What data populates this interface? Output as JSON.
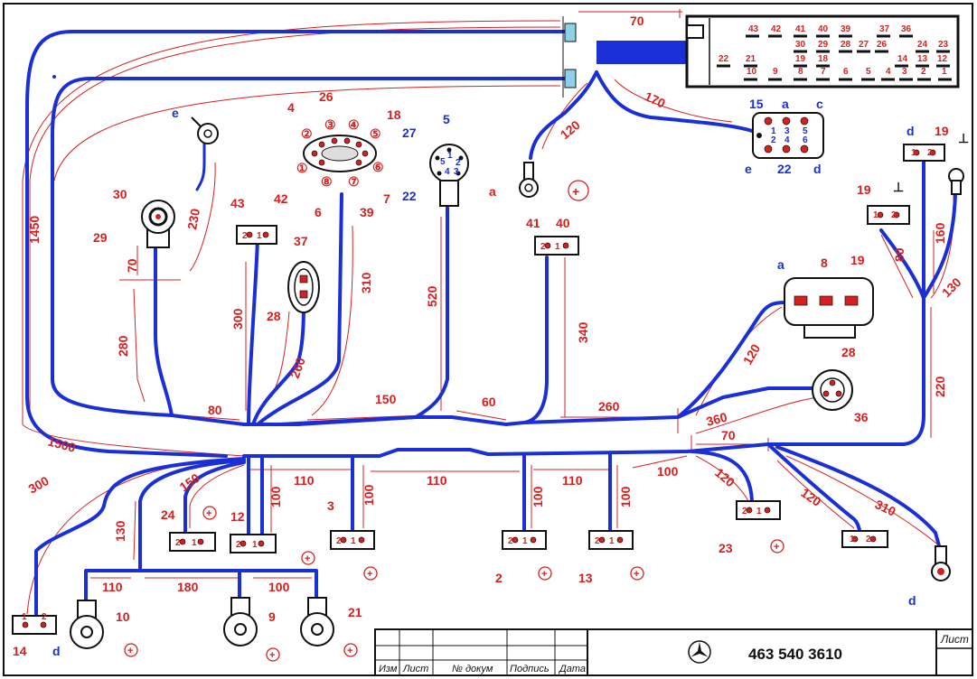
{
  "title_block": {
    "part_number": "463  540  3610",
    "sheet_label": "Лист",
    "col_izm": "Изм",
    "col_list": "Лист",
    "col_doc": "№ докум",
    "col_sign": "Подпись",
    "col_date": "Дата"
  },
  "main_connector": {
    "row1": [
      "43",
      "42",
      "41",
      "40",
      "39",
      "37",
      "36"
    ],
    "row2": [
      "30",
      "29",
      "28",
      "27",
      "26",
      "24",
      "23"
    ],
    "row3": [
      "22",
      "21",
      "19",
      "18",
      "14",
      "13",
      "12"
    ],
    "row4": [
      "10",
      "9",
      "8",
      "7",
      "6",
      "5",
      "4",
      "3",
      "2",
      "1"
    ]
  },
  "dimensions": {
    "d70_top": "70",
    "d170": "170",
    "d120_plus": "120",
    "d1450": "1450",
    "d1500": "1500",
    "d230": "230",
    "d70_left": "70",
    "d280": "280",
    "d80": "80",
    "d300_v": "300",
    "d260_v": "260",
    "d310_v": "310",
    "d150": "150",
    "d520": "520",
    "d60": "60",
    "d340": "340",
    "d260_h": "260",
    "d120_r": "120",
    "d360": "360",
    "d220": "220",
    "d80_r": "80",
    "d160": "160",
    "d130_r": "130",
    "d70_bot": "70",
    "d110_a": "110",
    "d110_b": "110",
    "d110_c": "110",
    "d100_a": "100",
    "d100_b": "100",
    "d100_c": "100",
    "d100_d": "100",
    "d100_e": "100",
    "d120_b": "120",
    "d120_c": "120",
    "d310_b": "310",
    "d300_l": "300",
    "d130_l": "130",
    "d150_l": "150",
    "d110_bot": "110",
    "d180": "180",
    "d100_bot": "100"
  },
  "labels": {
    "e_top": "e",
    "n30": "30",
    "n29": "29",
    "n43": "43",
    "n42": "42",
    "n37": "37",
    "n28_left": "28",
    "n4": "4",
    "n26": "26",
    "n18": "18",
    "n6": "6",
    "n39": "39",
    "n7": "7",
    "c1": "①",
    "c2": "②",
    "c3": "③",
    "c4": "④",
    "c5": "⑤",
    "c6": "⑥",
    "c7": "⑦",
    "c8": "⑧",
    "n5": "5",
    "n27": "27",
    "n22": "22",
    "n_a": "a",
    "p1": "1",
    "p2": "2",
    "p3": "3",
    "p4": "4",
    "p5": "5",
    "n41": "41",
    "n40": "40",
    "n15": "15",
    "c_a": "a",
    "c_c": "c",
    "c_e": "e",
    "n22b": "22",
    "c_d": "d",
    "g1": "1",
    "g2": "2",
    "g3": "3",
    "g4": "4",
    "g5": "5",
    "g6": "6",
    "d_r": "d",
    "n19_r": "19",
    "n19_l": "19",
    "ground": "⊥",
    "n_a2": "a",
    "n8": "8",
    "n19_b": "19",
    "n28_r": "28",
    "n36": "36",
    "n3": "3",
    "n2": "2",
    "n13": "13",
    "n23": "23",
    "n24": "24",
    "n12": "12",
    "n10": "10",
    "n9": "9",
    "n21": "21",
    "n14": "14",
    "d_b": "d",
    "d_br": "d",
    "pin1": "1",
    "pin2": "2"
  },
  "colors": {
    "wire": "#1a2fd6",
    "dimension": "#d62020",
    "outline": "#111111"
  }
}
